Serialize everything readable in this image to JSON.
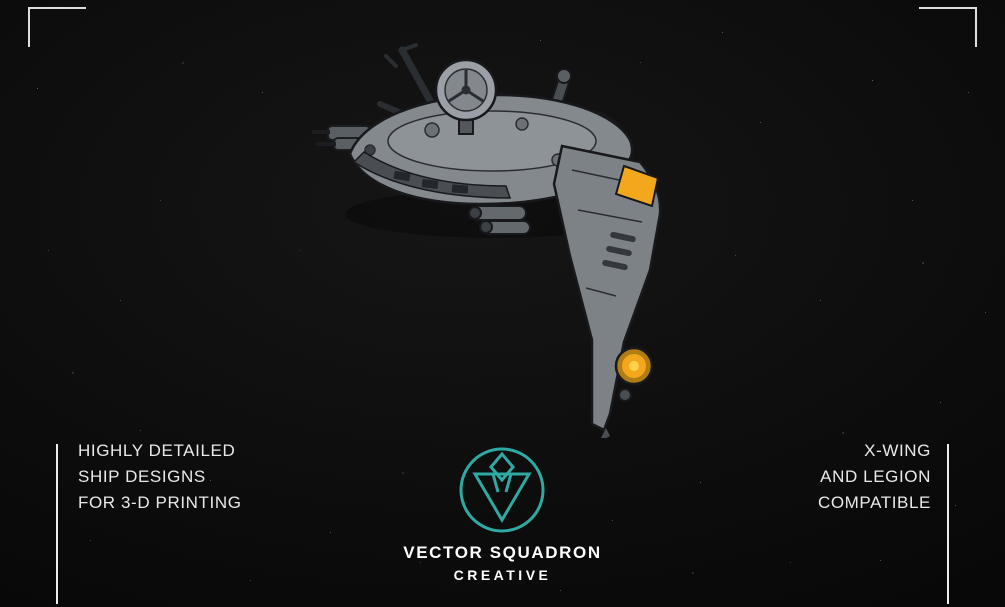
{
  "hero": {
    "illustration": "gray-starship-3d-render",
    "hull_color": "#84898e",
    "accent_color": "#f2a71d"
  },
  "left_tagline": {
    "lines": [
      "HIGHLY DETAILED",
      "SHIP DESIGNS",
      "FOR 3-D PRINTING"
    ]
  },
  "right_tagline": {
    "lines": [
      "X-WING",
      "AND LEGION",
      "COMPATIBLE"
    ]
  },
  "branding": {
    "title": "VECTOR SQUADRON",
    "subtitle": "CREATIVE",
    "accent_color": "#2fa9a3",
    "emblem": "vector-squadron-emblem"
  }
}
